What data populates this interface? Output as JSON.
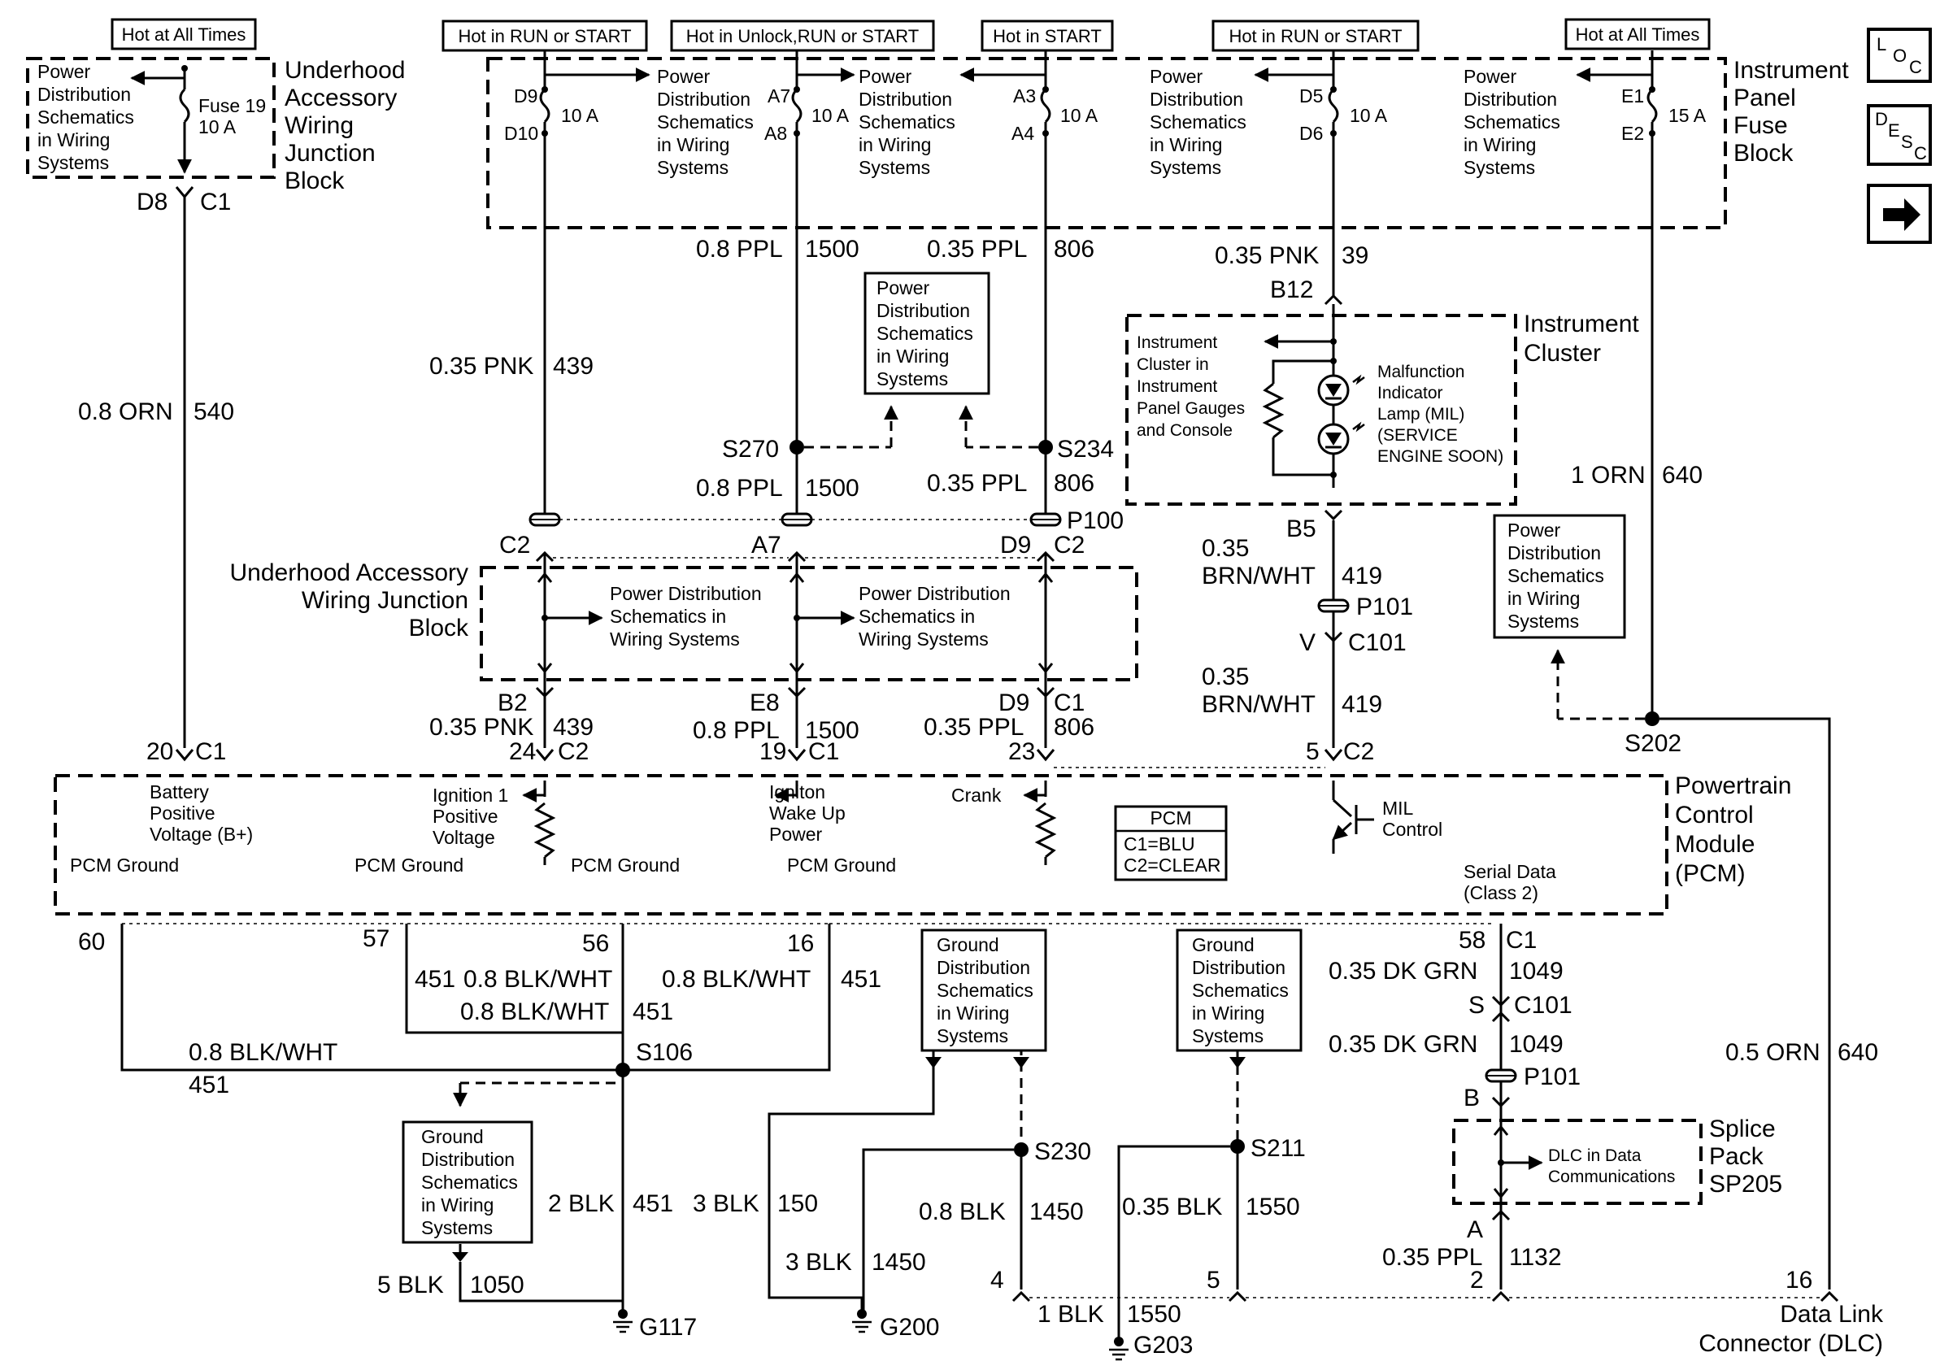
{
  "headers": {
    "h1": "Hot at All Times",
    "h2": "Hot in RUN or START",
    "h3": "Hot in Unlock,RUN or START",
    "h4": "Hot in START",
    "h5": "Hot in RUN or START",
    "h6": "Hot at All Times"
  },
  "nav": {
    "loc": [
      "L",
      "O",
      "C"
    ],
    "desc": [
      "D",
      "E",
      "S",
      "C"
    ],
    "next_icon": "arrow-right-icon"
  },
  "uhj_top": {
    "title": [
      "Underhood",
      "Accessory",
      "Wiring",
      "Junction",
      "Block"
    ],
    "pd": [
      "Power",
      "Distribution",
      "Schematics",
      "in Wiring",
      "Systems"
    ],
    "fuse": [
      "Fuse 19",
      "10 A"
    ],
    "conn": [
      "D8",
      "C1"
    ]
  },
  "ipfb": {
    "title": [
      "Instrument",
      "Panel",
      "Fuse",
      "Block"
    ],
    "pd_text": [
      "Power",
      "Distribution",
      "Schematics",
      "in Wiring",
      "Systems"
    ],
    "fuses": [
      {
        "top": "D9",
        "bot": "D10",
        "amp": "10 A"
      },
      {
        "top": "A7",
        "bot": "A8",
        "amp": "10 A"
      },
      {
        "top": "A3",
        "bot": "A4",
        "amp": "10 A"
      },
      {
        "top": "D5",
        "bot": "D6",
        "amp": "10 A"
      },
      {
        "top": "E1",
        "bot": "E2",
        "amp": "15 A"
      }
    ]
  },
  "wires": {
    "w540": [
      "0.8 ORN",
      "540"
    ],
    "w439a": [
      "0.35 PNK",
      "439"
    ],
    "w1500a": [
      "0.8 PPL",
      "1500"
    ],
    "w806a": [
      "0.35 PPL",
      "806"
    ],
    "w39": [
      "0.35 PNK",
      "39"
    ],
    "w1500b": [
      "0.8 PPL",
      "1500"
    ],
    "w806b": [
      "0.35 PPL",
      "806"
    ],
    "w640a": [
      "1 ORN",
      "640"
    ],
    "w419a": [
      "0.35",
      "BRN/WHT",
      "419"
    ],
    "w419b": [
      "0.35",
      "BRN/WHT",
      "419"
    ],
    "w439b": [
      "0.35 PNK",
      "439"
    ],
    "w1500c": [
      "0.8 PPL",
      "1500"
    ],
    "w806c": [
      "0.35 PPL",
      "806"
    ],
    "w451a": [
      "0.8 BLK/WHT",
      "451"
    ],
    "w451b": [
      "0.8 BLK/WHT",
      "451"
    ],
    "w451c": [
      "0.8 BLK/WHT",
      "451"
    ],
    "w451d": [
      "0.8 BLK/WHT",
      "451"
    ],
    "w451e": [
      "2 BLK",
      "451"
    ],
    "w150": [
      "3 BLK",
      "150"
    ],
    "w1450a": [
      "0.8 BLK",
      "1450"
    ],
    "w1450b": [
      "3 BLK",
      "1450"
    ],
    "w1550a": [
      "0.35 BLK",
      "1550"
    ],
    "w1550b": [
      "1 BLK",
      "1550"
    ],
    "w1050": [
      "5 BLK",
      "1050"
    ],
    "w1049a": [
      "0.35 DK GRN",
      "1049"
    ],
    "w1049b": [
      "0.35 DK GRN",
      "1049"
    ],
    "w1132": [
      "0.35 PPL",
      "1132"
    ],
    "w640b": [
      "0.5 ORN",
      "640"
    ]
  },
  "splices": {
    "s270": "S270",
    "s234": "S234",
    "s202": "S202",
    "s106": "S106",
    "s230": "S230",
    "s211": "S211"
  },
  "connectors": {
    "b12": "B12",
    "b5": "B5",
    "p101a": "P101",
    "v": "V",
    "c101a": "C101",
    "p100": "P100",
    "c2a": "C2",
    "a7": "A7",
    "d9a": "D9",
    "c2b": "C2",
    "b2": "B2",
    "e8": "E8",
    "d9b": "D9",
    "c1a": "C1",
    "n20": "20",
    "c1b": "C1",
    "n24": "24",
    "c2c": "C2",
    "n19": "19",
    "c1c": "C1",
    "n23": "23",
    "n5": "5",
    "c2d": "C2",
    "n60": "60",
    "n57": "57",
    "n56": "56",
    "n16": "16",
    "n58": "58",
    "c1d": "C1",
    "s": "S",
    "c101b": "C101",
    "p101b": "P101",
    "b": "B",
    "a": "A",
    "n4": "4",
    "n5b": "5",
    "n2": "2",
    "n16b": "16"
  },
  "uhj_mid": {
    "title": [
      "Underhood Accessory",
      "Wiring Junction",
      "Block"
    ],
    "pd1": [
      "Power Distribution",
      "Schematics in",
      "Wiring Systems"
    ],
    "pd2": [
      "Power Distribution",
      "Schematics in",
      "Wiring Systems"
    ]
  },
  "pd_box_mid": [
    "Power",
    "Distribution",
    "Schematics",
    "in Wiring",
    "Systems"
  ],
  "pd_box_right": [
    "Power",
    "Distribution",
    "Schematics",
    "in Wiring",
    "Systems"
  ],
  "cluster": {
    "title": [
      "Instrument",
      "Cluster"
    ],
    "left": [
      "Instrument",
      "Cluster in",
      "Instrument",
      "Panel Gauges",
      "and Console"
    ],
    "mil": [
      "Malfunction",
      "Indicator",
      "Lamp (MIL)",
      "(SERVICE",
      "ENGINE SOON)"
    ]
  },
  "pcm": {
    "title": [
      "Powertrain",
      "Control",
      "Module",
      "(PCM)"
    ],
    "bpv": [
      "Battery",
      "Positive",
      "Voltage (B+)"
    ],
    "ign": [
      "Ignition 1",
      "Positive",
      "Voltage"
    ],
    "wake": [
      "Igniton",
      "Wake Up",
      "Power"
    ],
    "crank": "Crank",
    "mil": [
      "MIL",
      "Control"
    ],
    "legend": [
      "PCM",
      "C1=BLU",
      "C2=CLEAR"
    ],
    "serial": [
      "Serial Data",
      "(Class 2)"
    ],
    "grounds": [
      "PCM Ground",
      "PCM Ground",
      "PCM Ground",
      "PCM Ground"
    ]
  },
  "gd_boxes": {
    "g1": [
      "Ground",
      "Distribution",
      "Schematics",
      "in Wiring",
      "Systems"
    ],
    "g2": [
      "Ground",
      "Distribution",
      "Schematics",
      "in Wiring",
      "Systems"
    ],
    "g3": [
      "Ground",
      "Distribution",
      "Schematics",
      "in Wiring",
      "Systems"
    ]
  },
  "grounds": {
    "g117": "G117",
    "g200": "G200",
    "g203": "G203"
  },
  "splice_pack": {
    "title": [
      "Splice",
      "Pack",
      "SP205"
    ],
    "dlc": [
      "DLC in Data",
      "Communications"
    ]
  },
  "dlc": [
    "Data Link",
    "Connector (DLC)"
  ]
}
